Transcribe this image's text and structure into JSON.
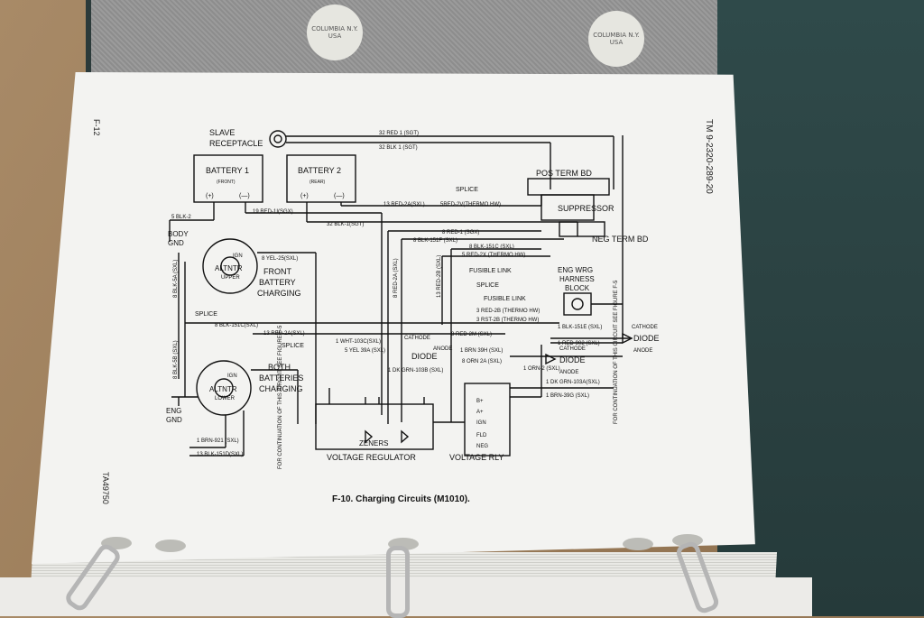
{
  "header": {
    "page_number": "F-12",
    "manual_id": "TM 9-2320-289-20",
    "side_code": "TA49750"
  },
  "figure": {
    "caption": "F-10. Charging Circuits (M1010)."
  },
  "seals": [
    "COLUMBIA N.Y. USA",
    "COLUMBIA N.Y. USA"
  ],
  "labels": {
    "slave": "SLAVE",
    "receptacle": "RECEPTACLE",
    "battery1": "BATTERY 1",
    "battery1_sub": "(FRONT)",
    "battery2": "BATTERY 2",
    "battery2_sub": "(REAR)",
    "plus": "(+)",
    "minus": "(—)",
    "pos_term_bd": "POS TERM BD",
    "suppressor": "SUPPRESSOR",
    "neg_term_bd": "NEG TERM BD",
    "body_gnd_1": "BODY",
    "body_gnd_2": "GND",
    "eng_gnd_1": "ENG",
    "eng_gnd_2": "GND",
    "altntr_upper": "ALTNTR",
    "altntr_upper_sub": "UPPER",
    "altntr_lower": "ALTNTR",
    "altntr_lower_sub": "LOWER",
    "ign": "IGN",
    "front_charging_1": "FRONT",
    "front_charging_2": "BATTERY",
    "front_charging_3": "CHARGING",
    "both_charging_1": "BOTH",
    "both_charging_2": "BATTERIES",
    "both_charging_3": "CHARGING",
    "eng_harness_1": "ENG WRG",
    "eng_harness_2": "HARNESS",
    "eng_harness_3": "BLOCK",
    "splice": "SPLICE",
    "fusible_link": "FUSIBLE LINK",
    "diode": "DIODE",
    "cathode": "CATHODE",
    "anode": "ANODE",
    "zeners": "ZENERS",
    "voltage_regulator": "VOLTAGE REGULATOR",
    "voltage_rly": "VOLTAGE RLY",
    "continuation": "FOR CONTINUATION OF THIS CIRCUIT SEE FIGURE F-5",
    "b_plus": "B+",
    "a_plus": "A+",
    "ign_term": "IGN",
    "fld": "FLD",
    "neg": "NEG"
  },
  "wires": {
    "w1": "32 RED 1 (SGT)",
    "w2": "32 BLK 1 (SGT)",
    "w3": "19 RED-1I(SGX)",
    "w4": "5 BLK-2",
    "w5": "32 BLK-1(SGT)",
    "w6": "13 RED-2A(SXL)",
    "w7": "5RED-2V(THERMO HW)",
    "w8": "8 RED-1 (SGX)",
    "w9": "8 BLK-151F (SXL)",
    "w10": "8 BLK-151C (SXL)",
    "w11": "5 RED-2X (THERMO HW)",
    "w12": "8 YEL-25(SXL)",
    "w13": "8 BLK-151C(SXL)",
    "w14": "13 RED-2A(SXL)",
    "w15": "3 RED-2B (THERMO HW)",
    "w16": "3 RST-2B (THERMO HW)",
    "w17": "8 RED-2M (SXL)",
    "w18": "1 WHT-103C(SXL)",
    "w19": "5 YEL 39A (SXL)",
    "w20": "1 BRN 39H (SXL)",
    "w21": "8 ORN 2A (SXL)",
    "w22": "1 DK GRN-103B (SXL)",
    "w23": "1 BLK-151E (SXL)",
    "w24": "1 RED-902 (SXL)",
    "w25": "1 DK GRN-103A(SXL)",
    "w26": "1 BRN-39G (SXL)",
    "w27": "1 BRN-921 (SXL)",
    "w28": "13 BLK-151D(SXL)",
    "w29": "8 BLK-5A (SXL)",
    "w30": "8 BLK-5B (SXL)",
    "w31": "8 RED-2A (SXL)",
    "w32": "13 RED-2B (SXL)",
    "w33": "1 ORN-2 (SXL)"
  }
}
